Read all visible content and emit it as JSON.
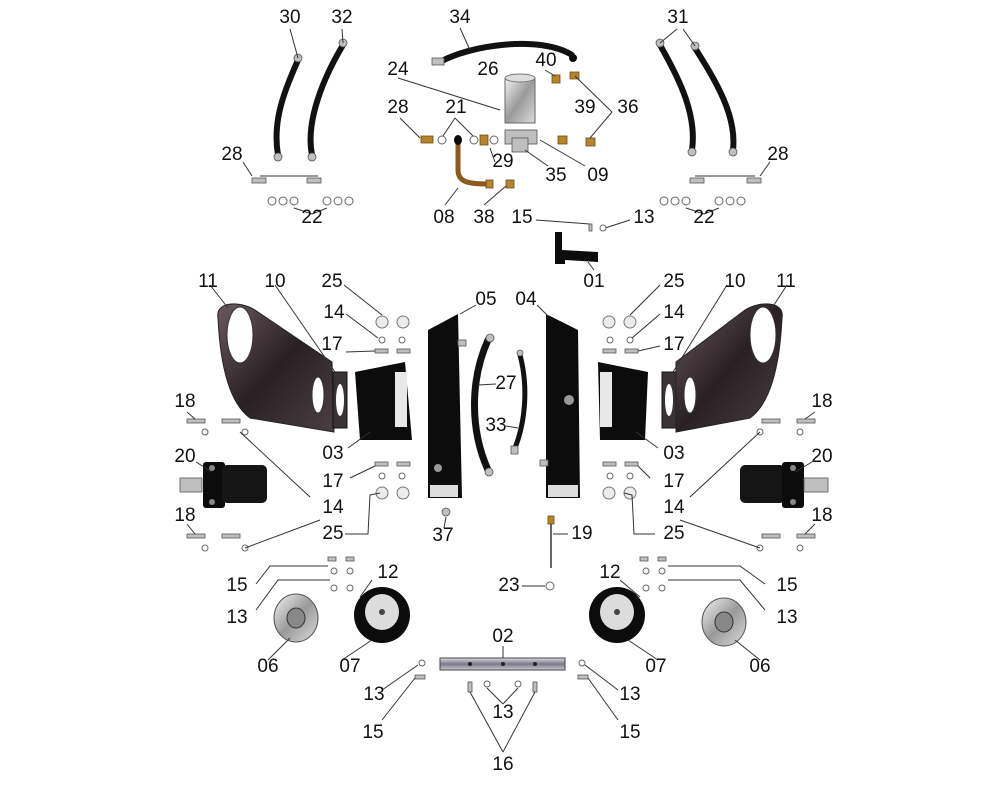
{
  "labels": {
    "l30": "30",
    "l32": "32",
    "l34": "34",
    "l31": "31",
    "l24": "24",
    "l26": "26",
    "l40": "40",
    "l28a": "28",
    "l21": "21",
    "l39": "39",
    "l36": "36",
    "l29": "29",
    "l35": "35",
    "l09": "09",
    "l28b": "28",
    "l28c": "28",
    "l22a": "22",
    "l08": "08",
    "l38": "38",
    "l22b": "22",
    "l15a": "15",
    "l13a": "13",
    "l01": "01",
    "l11a": "11",
    "l10a": "10",
    "l25a": "25",
    "l14a": "14",
    "l17a": "17",
    "l05": "05",
    "l04": "04",
    "l25b": "25",
    "l14b": "14",
    "l17b": "17",
    "l10b": "10",
    "l11b": "11",
    "l27": "27",
    "l33": "33",
    "l18a": "18",
    "l03a": "03",
    "l18b": "18",
    "l03b": "03",
    "l20a": "20",
    "l17c": "17",
    "l17d": "17",
    "l20b": "20",
    "l14c": "14",
    "l14d": "14",
    "l18c": "18",
    "l25c": "25",
    "l25d": "25",
    "l18d": "18",
    "l37": "37",
    "l19": "19",
    "l23": "23",
    "l15b": "15",
    "l12a": "12",
    "l12b": "12",
    "l15c": "15",
    "l13b": "13",
    "l13c": "13",
    "l06a": "06",
    "l07a": "07",
    "l02": "02",
    "l07b": "07",
    "l06b": "06",
    "l13d": "13",
    "l13e": "13",
    "l15d": "15",
    "l13f": "13",
    "l15e": "15",
    "l16": "16"
  },
  "colors": {
    "line": "#333333",
    "part_black": "#0c0c0c",
    "part_steel": "#bfbfbf",
    "part_brass": "#b8842b"
  }
}
